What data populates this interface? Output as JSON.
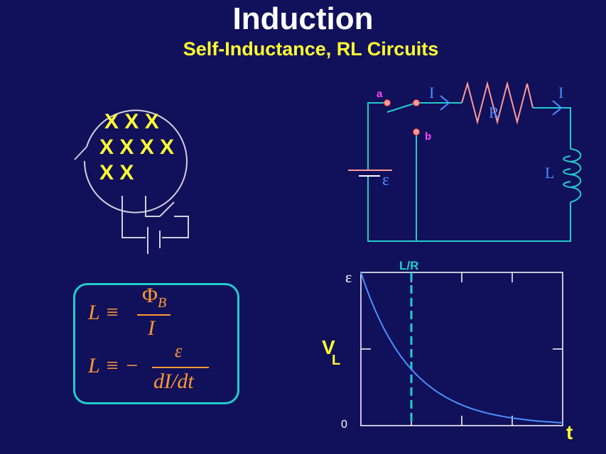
{
  "title": "Induction",
  "subtitle": "Self-Inductance, RL Circuits",
  "flux_loop": {
    "rows": [
      "X X X",
      "X X X X",
      "X X"
    ]
  },
  "circuit": {
    "node_a": "a",
    "node_b": "b",
    "current_left": "I",
    "current_right": "I",
    "resistor": "R",
    "inductor": "L",
    "emf": "ε"
  },
  "formulas": {
    "f1_lhs": "L ≡",
    "f1_num": "Φ",
    "f1_num_sub": "B",
    "f1_den": "I",
    "f2_lhs": "L ≡ −",
    "f2_num": "ε",
    "f2_den": "dI/dt"
  },
  "chart_data": {
    "type": "line",
    "title": "",
    "xlabel": "t",
    "ylabel": "V",
    "ylabel_sub": "L",
    "y_top_label": "ε",
    "y_zero_label": "0",
    "marker_label": "L/R",
    "marker_x": 1,
    "x_range": [
      0,
      4
    ],
    "y_range": [
      0,
      1
    ],
    "series": [
      {
        "x": [
          0,
          0.25,
          0.5,
          0.75,
          1,
          1.25,
          1.5,
          1.75,
          2,
          2.25,
          2.5,
          2.75,
          3,
          3.25,
          3.5,
          3.75,
          4
        ],
        "values": [
          1.0,
          0.779,
          0.607,
          0.472,
          0.368,
          0.287,
          0.223,
          0.174,
          0.135,
          0.105,
          0.082,
          0.064,
          0.05,
          0.039,
          0.03,
          0.024,
          0.018
        ]
      }
    ],
    "colors": {
      "curve": "#4a90ff",
      "marker": "#22cccc",
      "axes": "#ffffff"
    }
  }
}
